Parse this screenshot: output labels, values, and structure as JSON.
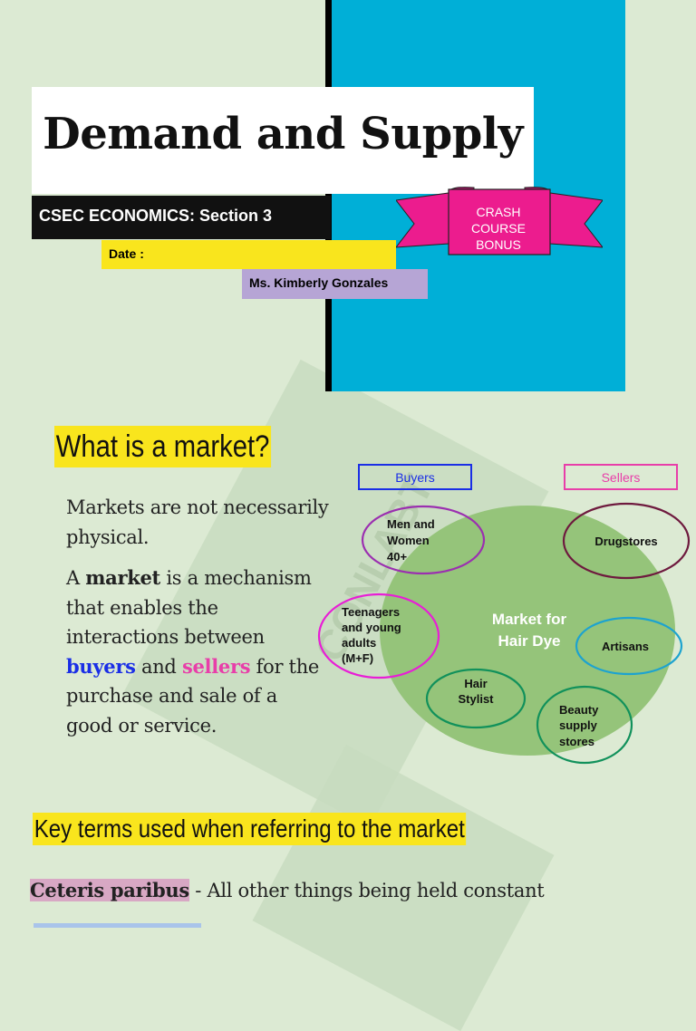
{
  "cover": {
    "title": "Demand and Supply",
    "course": "CSEC ECONOMICS: Section 3",
    "date_label": "Date :",
    "teacher": "Ms. Kimberly Gonzales",
    "ribbon": {
      "line1": "CRASH",
      "line2": "COURSE",
      "line3": "BONUS"
    }
  },
  "watermark": "CONLABT",
  "market_section": {
    "heading": "What is a market?",
    "para1": "Markets are not necessarily physical.",
    "para2": {
      "lead": "A ",
      "term": "market",
      "mid": " is a mechanism that enables the interactions between ",
      "buyers": "buyers",
      "and": " and ",
      "sellers": "sellers",
      "tail": " for the purchase and sale of a good or service."
    }
  },
  "diagram": {
    "buyers_label": "Buyers",
    "sellers_label": "Sellers",
    "center_line1": "Market for",
    "center_line2": "Hair Dye",
    "buyers": [
      [
        "Men and",
        "Women",
        "40+"
      ],
      [
        "Teenagers",
        "and young",
        "adults",
        "(M+F)"
      ]
    ],
    "sellers": [
      [
        "Drugstores"
      ],
      [
        "Artisans"
      ],
      [
        "Hair",
        "Stylist"
      ],
      [
        "Beauty",
        "supply",
        "stores"
      ]
    ],
    "colors": {
      "buyers_box": "#1a2ee6",
      "sellers_box": "#e83ea9",
      "center_fill": "#95c47a"
    }
  },
  "key_terms": {
    "heading": "Key terms used when referring to the market",
    "ceteris_term": "Ceteris paribus",
    "ceteris_def": " - All other things being held constant"
  }
}
